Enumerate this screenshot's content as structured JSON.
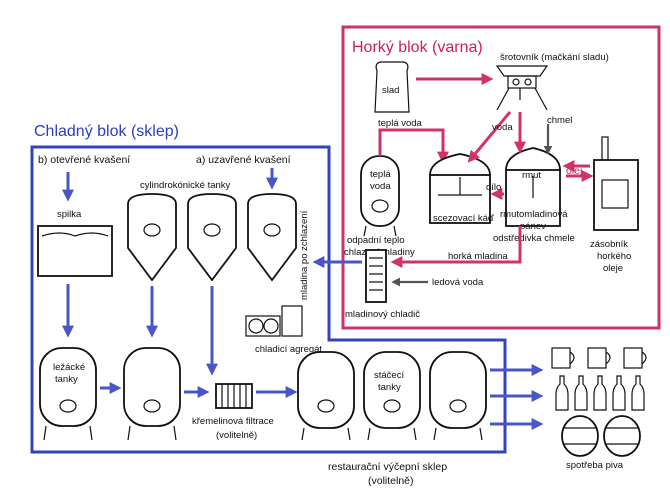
{
  "hot_block": {
    "title": "Horký blok (varna)",
    "slad": "slad",
    "srotovnik": "šrotovník (mačkání sladu)",
    "tepla_voda_top": "teplá voda",
    "voda": "voda",
    "chmel": "chmel",
    "tepla_voda_tank_1": "teplá",
    "tepla_voda_tank_2": "voda",
    "rmut": "rmut",
    "dilo": "dílo",
    "olej": "olej",
    "scezovaci_kad": "scezovací káď",
    "rmutomladinova_1": "rmutomladinová",
    "rmutomladinova_2": "pánev",
    "odstredivka": "odstředivka chmele",
    "zasobnik_1": "zásobník",
    "zasobnik_2": "horkého",
    "zasobnik_3": "oleje",
    "odpadni_1": "odpadní teplo",
    "odpadni_2": "chlazení mladiny",
    "horka_mladina": "horká mladina",
    "ledova_voda": "ledová voda",
    "mladinovy_chladic": "mladinový chladič"
  },
  "cold_block": {
    "title": "Chladný blok (sklep)",
    "otevrene": "b) otevřené kvašení",
    "uzavrene": "a) uzavřené kvašení",
    "cylindrokonicke": "cylindrokónické tanky",
    "spilka": "spilka",
    "mladina_po_zchlazeni": "mladina po zchlazení",
    "chladici_agregat": "chladicí agregát",
    "lezacke_1": "ležácké",
    "lezacke_2": "tanky",
    "kremelinova_1": "křemelinová filtrace",
    "kremelinova_2": "(volitelně)"
  },
  "restaurant": {
    "stacci_1": "stáčecí",
    "stacci_2": "tanky",
    "sklep_1": "restaurační výčepní sklep",
    "sklep_2": "(volitelně)",
    "spotreba": "spotřeba piva"
  },
  "colors": {
    "hot_border": "#c8336a",
    "cold_border": "#3344bb",
    "hot_arrow": "#d23366",
    "cold_arrow": "#4a56c8"
  }
}
